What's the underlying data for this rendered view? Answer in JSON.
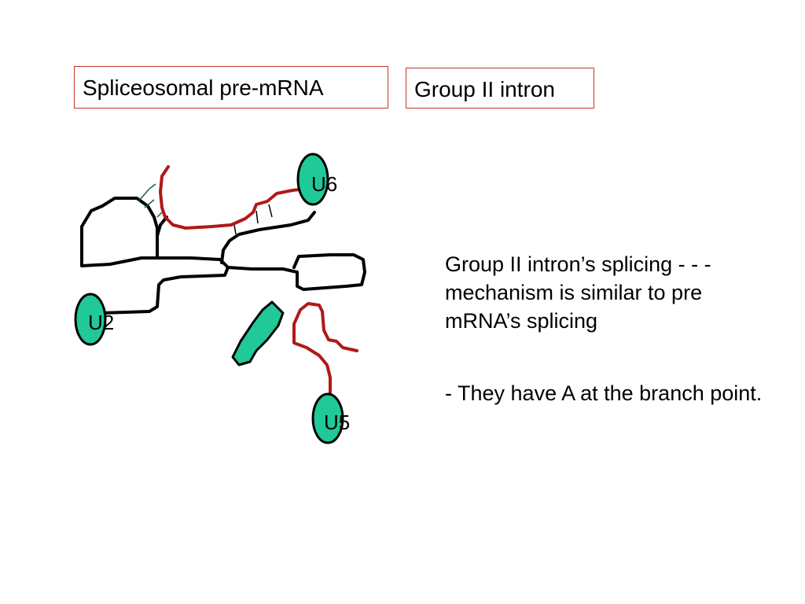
{
  "labels": {
    "spliceosomal": "Spliceosomal pre-mRNA",
    "group_ii": "Group II intron"
  },
  "snrnas": {
    "u6": "U6",
    "u2": "U2",
    "u5": "U5"
  },
  "description": {
    "para1": "Group II intron’s splicing - - - mechanism is similar to pre mRNA’s splicing",
    "para2": "- They have A at the branch point."
  },
  "colors": {
    "snrna_fill": "#20c997",
    "rna_red": "#b01818",
    "rna_black": "#000000",
    "box_border": "#c0392b"
  }
}
